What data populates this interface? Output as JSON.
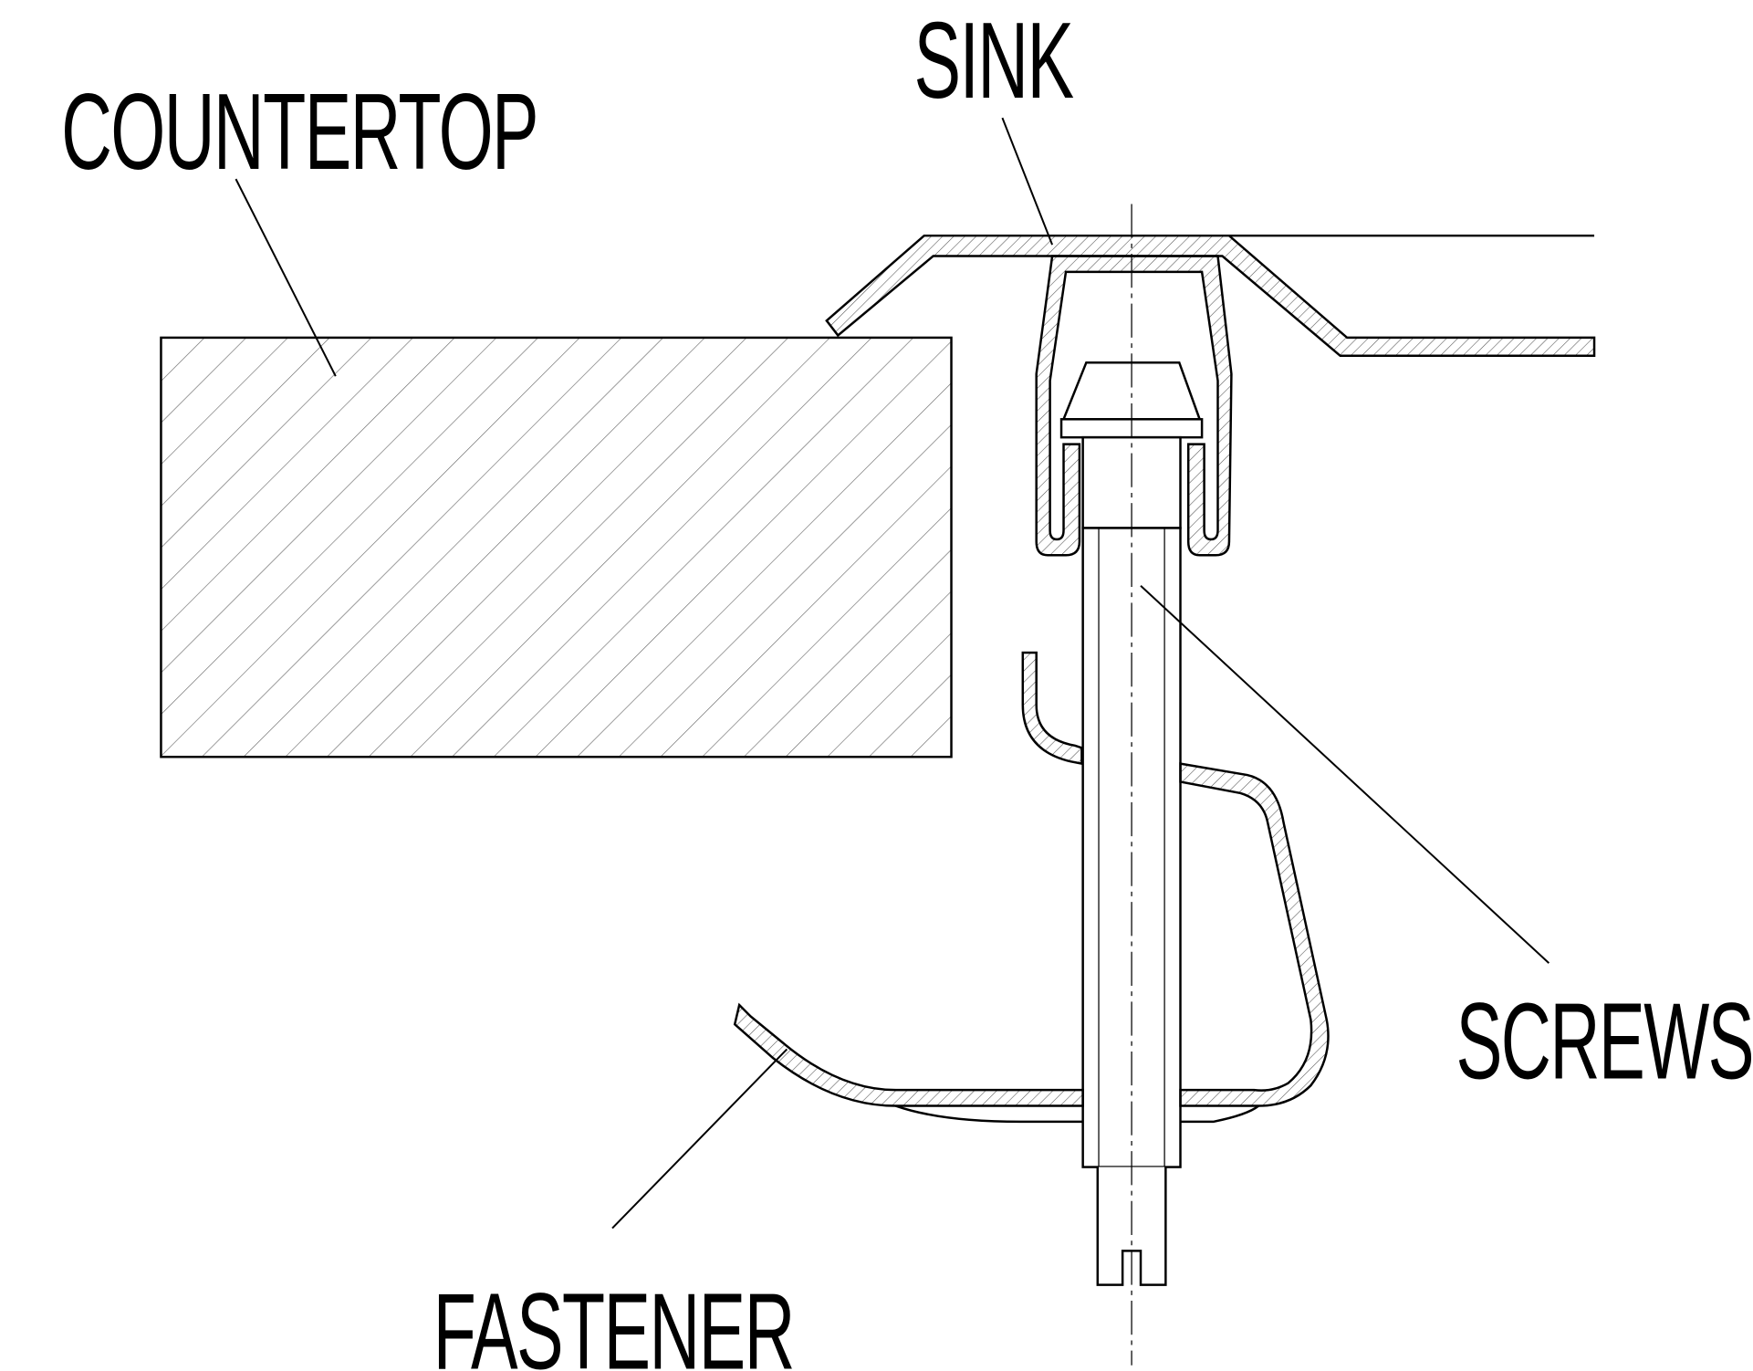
{
  "labels": {
    "countertop": "COUNTERTOP",
    "sink": "SINK",
    "screws": "SCREWS",
    "fastener": "FASTENER"
  },
  "colors": {
    "line": "#000000",
    "hatch": "#555555",
    "background": "#ffffff"
  }
}
